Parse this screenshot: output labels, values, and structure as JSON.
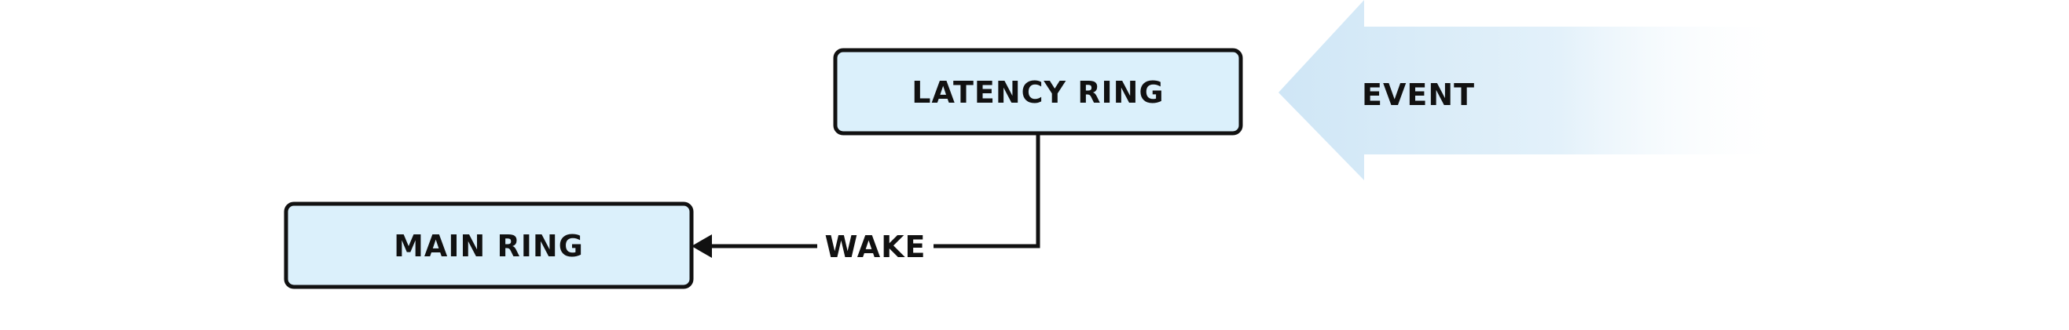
{
  "nodes": {
    "latency_ring": {
      "label": "LATENCY RING"
    },
    "main_ring": {
      "label": "MAIN RING"
    }
  },
  "edges": {
    "wake": {
      "label": "WAKE"
    }
  },
  "incoming": {
    "event": {
      "label": "EVENT"
    }
  },
  "colors": {
    "box_fill": "#dbf0fb",
    "stroke": "#111111",
    "arrow_fill": "#cfe6f6"
  }
}
